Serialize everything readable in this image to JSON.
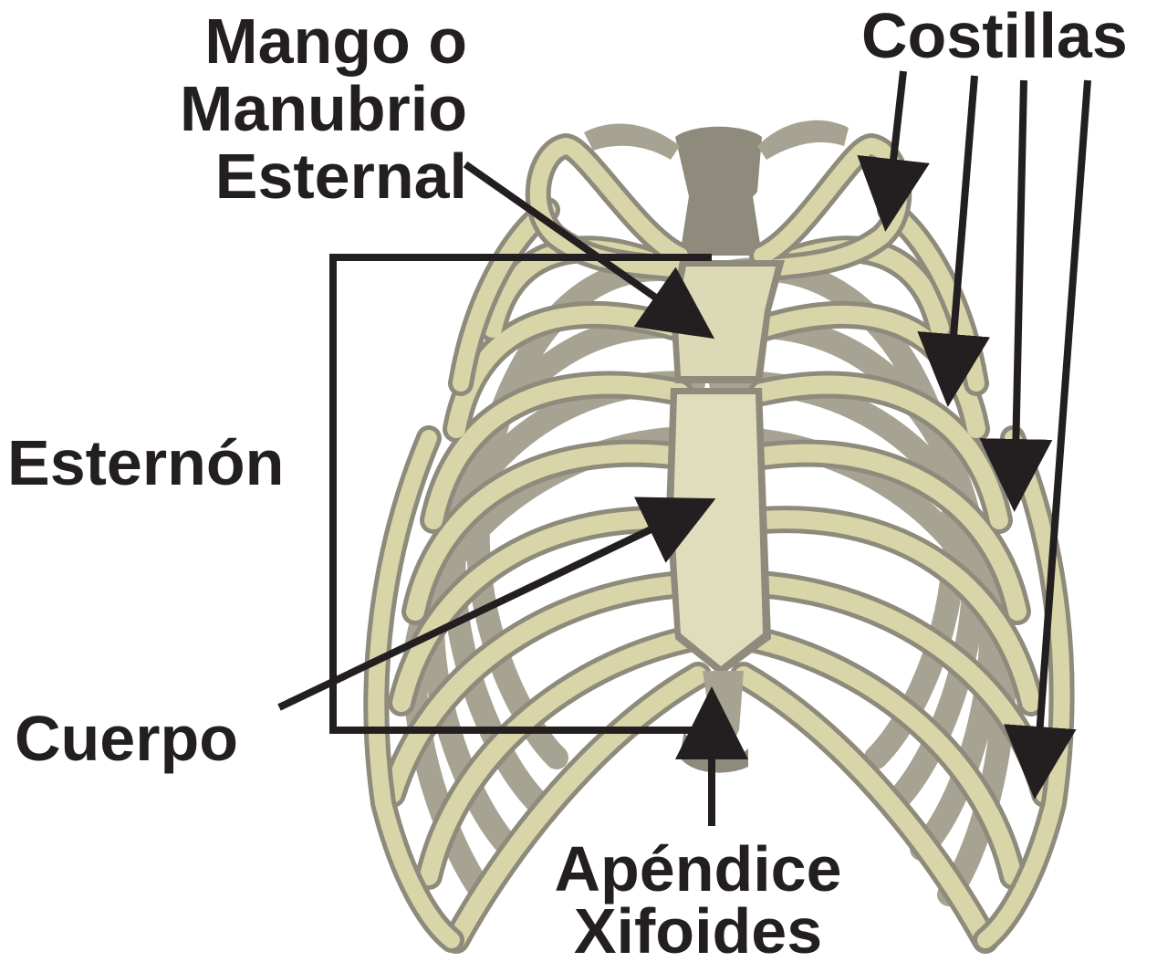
{
  "labels": {
    "manubrium": [
      "Mango o",
      "Manubrio",
      "Esternal"
    ],
    "ribs": "Costillas",
    "sternum": "Esternón",
    "body": "Cuerpo",
    "xiphoid": [
      "Apéndice",
      "Xifoides"
    ]
  },
  "colors": {
    "bone": "#d8d5a8",
    "bone_shadow": "#a7a393",
    "bone_dark": "#8e8a7c",
    "ink": "#231f20"
  }
}
